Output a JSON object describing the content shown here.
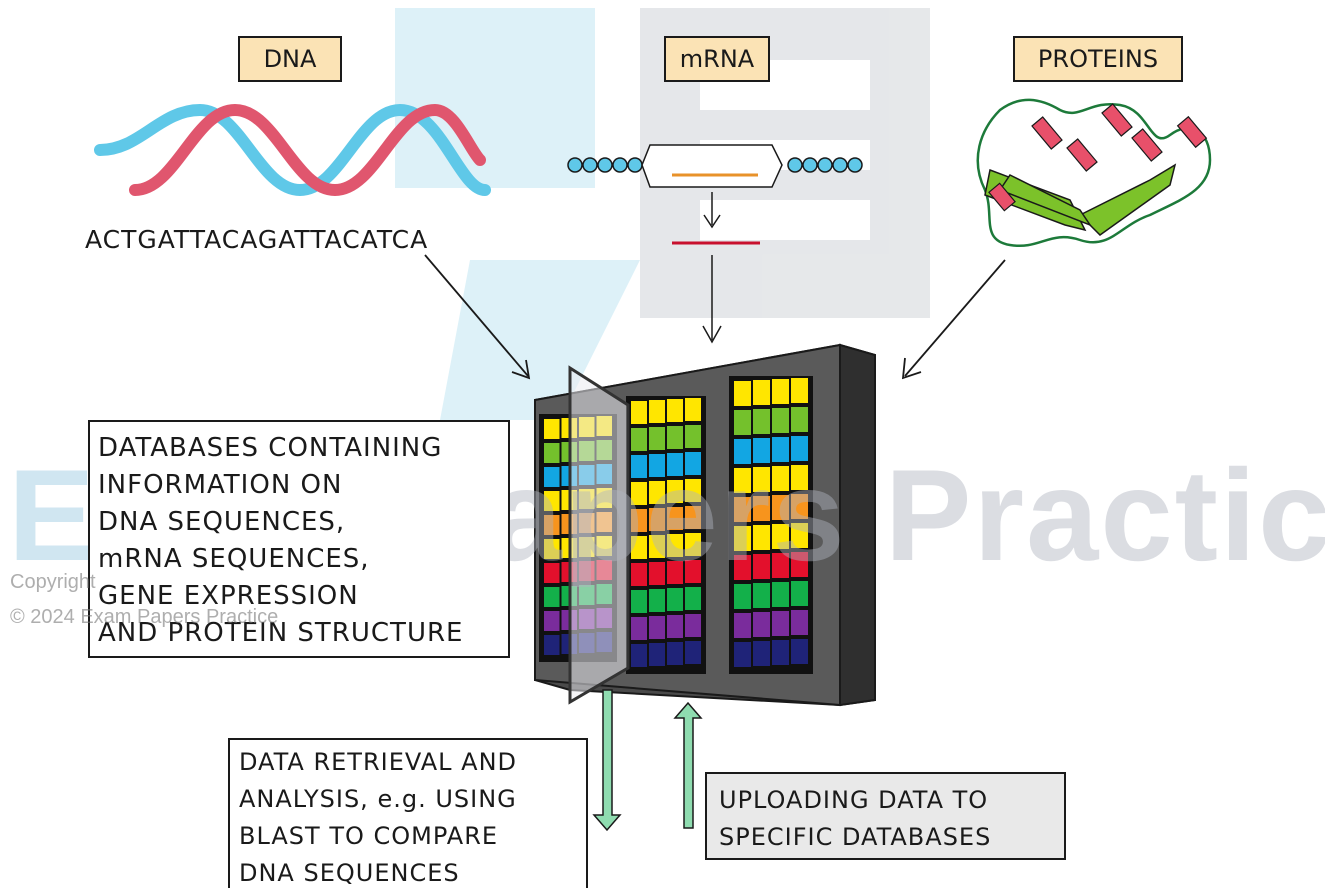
{
  "labels": {
    "dna": "DNA",
    "mrna": "mRNA",
    "proteins": "PROTEINS"
  },
  "dna_sequence": "ACTGATTACAGATTACATCA",
  "databases_box": {
    "lines": [
      "DATABASES CONTAINING",
      "INFORMATION ON",
      "DNA SEQUENCES,",
      "mRNA SEQUENCES,",
      "GENE EXPRESSION",
      "AND PROTEIN STRUCTURE"
    ]
  },
  "retrieval_box": {
    "lines": [
      "DATA RETRIEVAL AND",
      "ANALYSIS, e.g. USING",
      "BLAST TO COMPARE",
      "DNA SEQUENCES"
    ]
  },
  "upload_box": {
    "lines": [
      "UPLOADING DATA TO",
      "SPECIFIC DATABASES"
    ]
  },
  "watermark": {
    "word1": "Exam",
    "word2": "Papers Practice",
    "copyright_line1": "Copyright",
    "copyright_line2": "© 2024 Exam Papers Practice"
  },
  "colors": {
    "tag_fill": "#fbe3b5",
    "dna_strand_a": "#5fc8e8",
    "dna_strand_b": "#e0566e",
    "protein_helix": "#e8506a",
    "protein_sheet": "#7cc22a",
    "arrow_fill": "#8fdcb0",
    "rack_rows": [
      "#ffe600",
      "#74c12c",
      "#12a6e3",
      "#ffe600",
      "#f7941d",
      "#ffe600",
      "#e3102c",
      "#13b04a",
      "#7a2c9c",
      "#1f2378"
    ]
  }
}
